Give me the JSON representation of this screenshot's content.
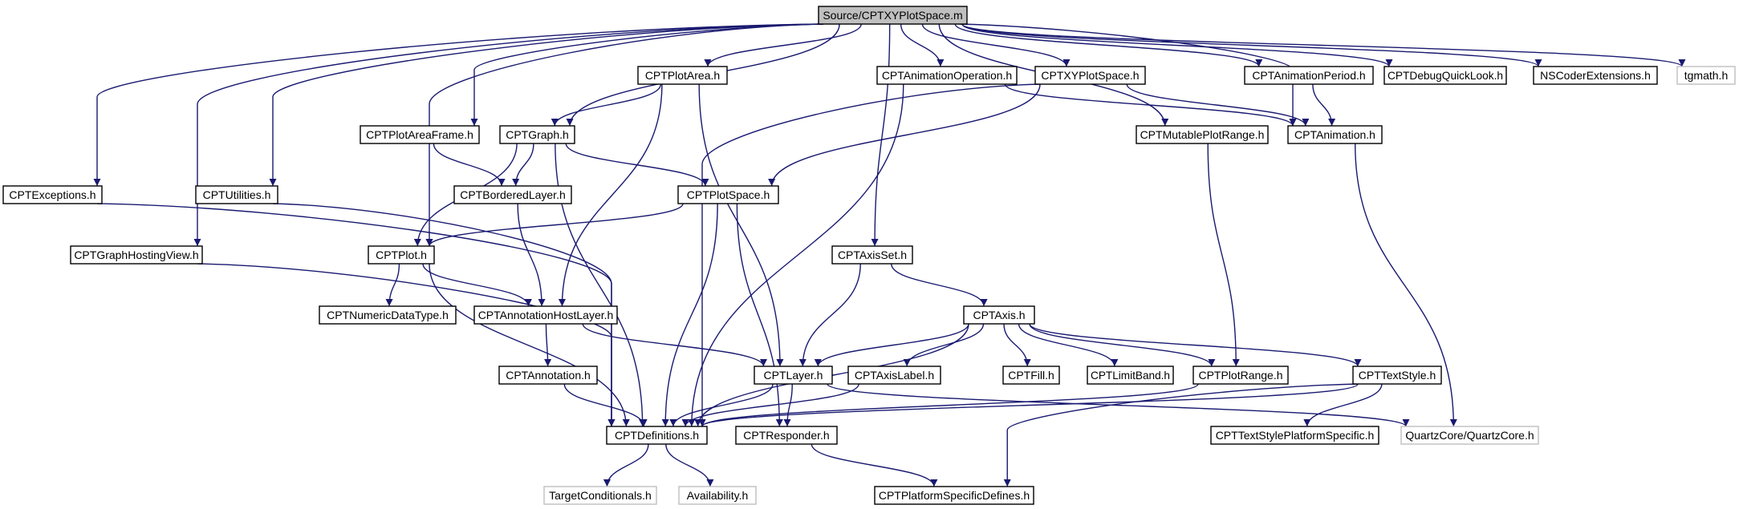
{
  "graph": {
    "colors": {
      "edge": "#191970",
      "node_border": "#000000",
      "root_fill": "#bfbfbf",
      "node_fill": "#ffffff",
      "external_border": "#bfbfbf",
      "external_text": "#404040"
    },
    "nodes": [
      {
        "id": "root",
        "label": "Source/CPTXYPlotSpace.m",
        "kind": "root"
      },
      {
        "id": "plotarea",
        "label": "CPTPlotArea.h",
        "kind": "normal"
      },
      {
        "id": "animop",
        "label": "CPTAnimationOperation.h",
        "kind": "normal"
      },
      {
        "id": "xyplotspace",
        "label": "CPTXYPlotSpace.h",
        "kind": "normal"
      },
      {
        "id": "animperiod",
        "label": "CPTAnimationPeriod.h",
        "kind": "normal"
      },
      {
        "id": "debugql",
        "label": "CPTDebugQuickLook.h",
        "kind": "normal"
      },
      {
        "id": "nscoder",
        "label": "NSCoderExtensions.h",
        "kind": "normal"
      },
      {
        "id": "tgmath",
        "label": "tgmath.h",
        "kind": "external"
      },
      {
        "id": "plotareaframe",
        "label": "CPTPlotAreaFrame.h",
        "kind": "normal"
      },
      {
        "id": "graph",
        "label": "CPTGraph.h",
        "kind": "normal"
      },
      {
        "id": "mutableplotrange",
        "label": "CPTMutablePlotRange.h",
        "kind": "normal"
      },
      {
        "id": "animation",
        "label": "CPTAnimation.h",
        "kind": "normal"
      },
      {
        "id": "exceptions",
        "label": "CPTExceptions.h",
        "kind": "normal"
      },
      {
        "id": "utilities",
        "label": "CPTUtilities.h",
        "kind": "normal"
      },
      {
        "id": "borderedlayer",
        "label": "CPTBorderedLayer.h",
        "kind": "normal"
      },
      {
        "id": "plotspace",
        "label": "CPTPlotSpace.h",
        "kind": "normal"
      },
      {
        "id": "graphhosting",
        "label": "CPTGraphHostingView.h",
        "kind": "normal"
      },
      {
        "id": "plot",
        "label": "CPTPlot.h",
        "kind": "normal"
      },
      {
        "id": "axisset",
        "label": "CPTAxisSet.h",
        "kind": "normal"
      },
      {
        "id": "numericdatatype",
        "label": "CPTNumericDataType.h",
        "kind": "normal"
      },
      {
        "id": "annotationhost",
        "label": "CPTAnnotationHostLayer.h",
        "kind": "normal"
      },
      {
        "id": "axis",
        "label": "CPTAxis.h",
        "kind": "normal"
      },
      {
        "id": "annotation",
        "label": "CPTAnnotation.h",
        "kind": "normal"
      },
      {
        "id": "layer",
        "label": "CPTLayer.h",
        "kind": "normal"
      },
      {
        "id": "axislabel",
        "label": "CPTAxisLabel.h",
        "kind": "normal"
      },
      {
        "id": "fill",
        "label": "CPTFill.h",
        "kind": "normal"
      },
      {
        "id": "limitband",
        "label": "CPTLimitBand.h",
        "kind": "normal"
      },
      {
        "id": "plotrange",
        "label": "CPTPlotRange.h",
        "kind": "normal"
      },
      {
        "id": "textstyle",
        "label": "CPTTextStyle.h",
        "kind": "normal"
      },
      {
        "id": "definitions",
        "label": "CPTDefinitions.h",
        "kind": "normal"
      },
      {
        "id": "responder",
        "label": "CPTResponder.h",
        "kind": "normal"
      },
      {
        "id": "textstyleplatform",
        "label": "CPTTextStylePlatformSpecific.h",
        "kind": "normal"
      },
      {
        "id": "quartzcore",
        "label": "QuartzCore/QuartzCore.h",
        "kind": "external"
      },
      {
        "id": "targetcond",
        "label": "TargetConditionals.h",
        "kind": "external"
      },
      {
        "id": "availability",
        "label": "Availability.h",
        "kind": "external"
      },
      {
        "id": "platformdefines",
        "label": "CPTPlatformSpecificDefines.h",
        "kind": "normal"
      }
    ],
    "edges": [
      [
        "root",
        "plotarea"
      ],
      [
        "root",
        "animop"
      ],
      [
        "root",
        "xyplotspace"
      ],
      [
        "root",
        "animperiod"
      ],
      [
        "root",
        "debugql"
      ],
      [
        "root",
        "nscoder"
      ],
      [
        "root",
        "tgmath"
      ],
      [
        "root",
        "plotareaframe"
      ],
      [
        "root",
        "graph"
      ],
      [
        "root",
        "mutableplotrange"
      ],
      [
        "root",
        "animation"
      ],
      [
        "root",
        "exceptions"
      ],
      [
        "root",
        "utilities"
      ],
      [
        "root",
        "graphhosting"
      ],
      [
        "root",
        "plot"
      ],
      [
        "root",
        "axisset"
      ],
      [
        "plotarea",
        "graph"
      ],
      [
        "plotarea",
        "annotationhost"
      ],
      [
        "plotarea",
        "layer"
      ],
      [
        "animop",
        "definitions"
      ],
      [
        "animop",
        "animation"
      ],
      [
        "xyplotspace",
        "plotspace"
      ],
      [
        "xyplotspace",
        "animation"
      ],
      [
        "xyplotspace",
        "definitions"
      ],
      [
        "animperiod",
        "animation"
      ],
      [
        "plotareaframe",
        "borderedlayer"
      ],
      [
        "graph",
        "borderedlayer"
      ],
      [
        "graph",
        "plotspace"
      ],
      [
        "graph",
        "plot"
      ],
      [
        "graph",
        "definitions"
      ],
      [
        "mutableplotrange",
        "plotrange"
      ],
      [
        "animation",
        "quartzcore"
      ],
      [
        "exceptions",
        "definitions"
      ],
      [
        "utilities",
        "definitions"
      ],
      [
        "borderedlayer",
        "annotationhost"
      ],
      [
        "plotspace",
        "plot"
      ],
      [
        "plotspace",
        "definitions"
      ],
      [
        "plotspace",
        "responder"
      ],
      [
        "graphhosting",
        "definitions"
      ],
      [
        "plot",
        "numericdatatype"
      ],
      [
        "plot",
        "annotationhost"
      ],
      [
        "plot",
        "definitions"
      ],
      [
        "axisset",
        "layer"
      ],
      [
        "axisset",
        "axis"
      ],
      [
        "annotationhost",
        "annotation"
      ],
      [
        "annotationhost",
        "layer"
      ],
      [
        "axis",
        "layer"
      ],
      [
        "axis",
        "axislabel"
      ],
      [
        "axis",
        "fill"
      ],
      [
        "axis",
        "limitband"
      ],
      [
        "axis",
        "plotrange"
      ],
      [
        "axis",
        "textstyle"
      ],
      [
        "axis",
        "definitions"
      ],
      [
        "annotation",
        "definitions"
      ],
      [
        "layer",
        "definitions"
      ],
      [
        "layer",
        "responder"
      ],
      [
        "layer",
        "quartzcore"
      ],
      [
        "axislabel",
        "definitions"
      ],
      [
        "plotrange",
        "definitions"
      ],
      [
        "textstyle",
        "definitions"
      ],
      [
        "textstyle",
        "textstyleplatform"
      ],
      [
        "textstyle",
        "platformdefines"
      ],
      [
        "definitions",
        "targetcond"
      ],
      [
        "definitions",
        "availability"
      ],
      [
        "responder",
        "platformdefines"
      ]
    ]
  }
}
